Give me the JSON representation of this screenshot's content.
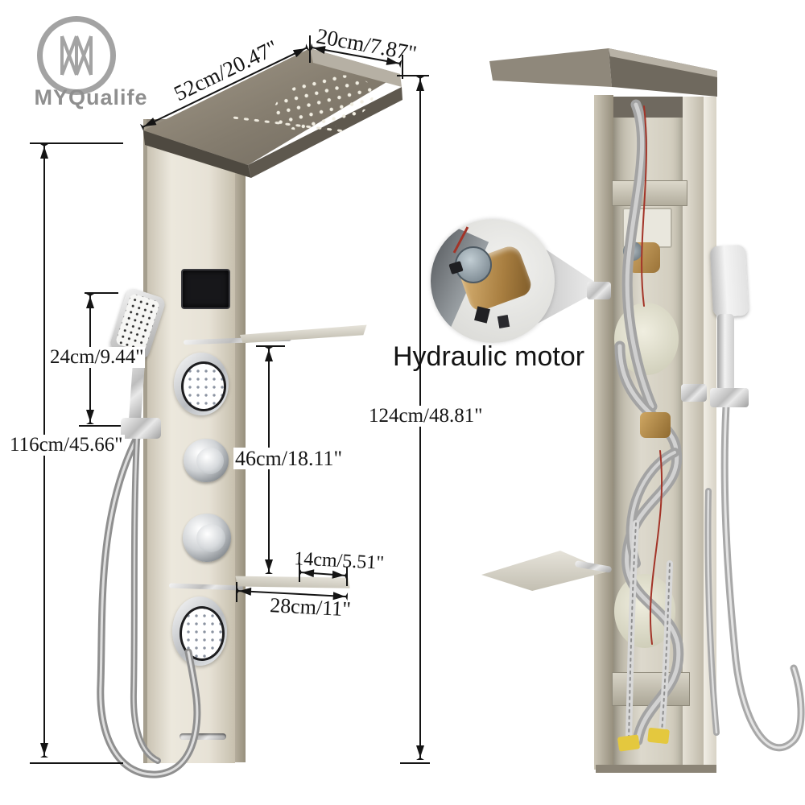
{
  "brand": {
    "logo_text": "MYQualife"
  },
  "dims": {
    "top_width": "52cm/20.47\"",
    "top_depth": "20cm/7.87\"",
    "handheld_drop": "24cm/9.44\"",
    "panel_height": "116cm/45.66\"",
    "mid_section": "46cm/18.11\"",
    "shelf_depth": "14cm/5.51\"",
    "shelf_width": "28cm/11\"",
    "total_height": "124cm/48.81\""
  },
  "callout": {
    "motor_label": "Hydraulic motor"
  },
  "colors": {
    "panel_beige": "#e7e2d6",
    "canopy_taupe": "#8d8579",
    "chrome": "#d9d9d9",
    "brass": "#b98f4f",
    "dimension_ink": "#141414",
    "logo_gray": "#8f8f8f",
    "cap_yellow": "#e4c83e"
  }
}
